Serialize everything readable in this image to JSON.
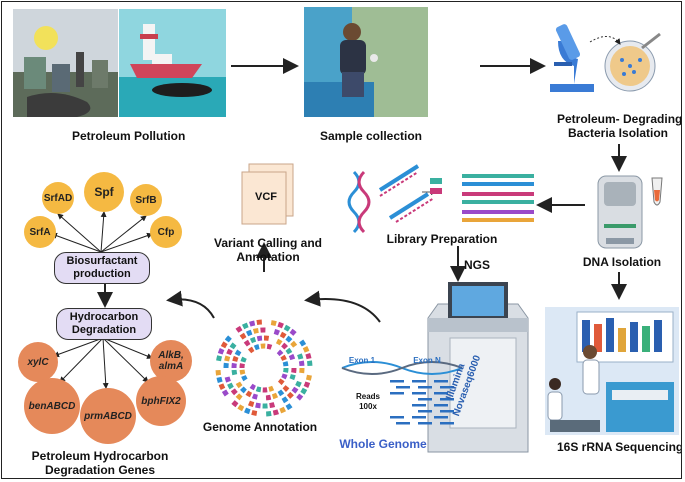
{
  "labels": {
    "petroleum_pollution": "Petroleum Pollution",
    "sample_collection": "Sample collection",
    "bacteria_isolation_1": "Petroleum- Degrading",
    "bacteria_isolation_2": "Bacteria Isolation",
    "dna_isolation": "DNA Isolation",
    "library_preparation": "Library Preparation",
    "ngs": "NGS",
    "sequencing_16s": "16S rRNA Sequencing",
    "whole_genome": "Whole Genome",
    "genome_annotation": "Genome Annotation",
    "variant_calling_1": "Variant Calling and",
    "variant_calling_2": "Annotation",
    "vcf": "VCF",
    "degradation_genes_1": "Petroleum Hydrocarbon",
    "degradation_genes_2": "Degradation Genes",
    "exon1": "Exon 1",
    "exonN": "Exon N",
    "reads": "Reads",
    "reads_depth": "100x",
    "illumina_1": "Illumina",
    "illumina_2": "Novaseq6000"
  },
  "biosurfactant": {
    "title_1": "Biosurfactant",
    "title_2": "production",
    "genes": [
      "SrfAD",
      "Spf",
      "SrfB",
      "SrfA",
      "Cfp"
    ]
  },
  "hydrocarbon": {
    "title_1": "Hydrocarbon",
    "title_2": "Degradation",
    "genes": [
      "xylC",
      "AlkB,",
      "almA",
      "benABCD",
      "prmABCD",
      "bphFIX2"
    ]
  },
  "colors": {
    "yellow_gene": "#f5b942",
    "orange_gene": "#e5895a",
    "pill_fill": "#e3dcf4",
    "dna_blue": "#2b8fd6",
    "dna_pink": "#c93a7a",
    "whole_genome_text": "#3a5fc7"
  }
}
